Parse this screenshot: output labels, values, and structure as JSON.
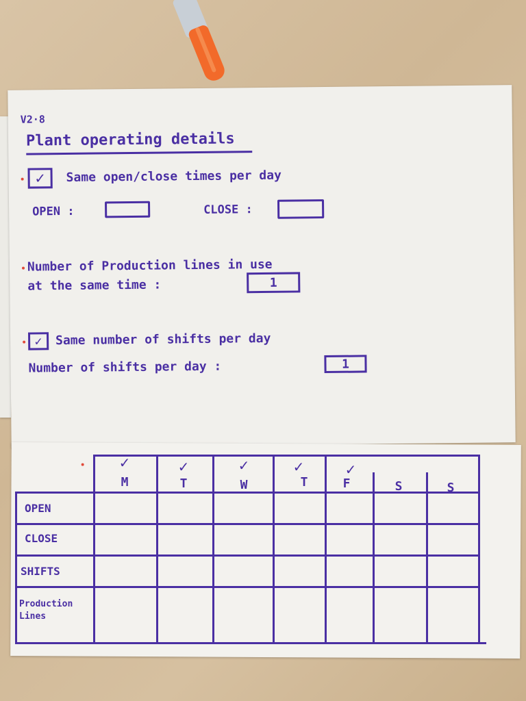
{
  "header": {
    "version": "V2·8",
    "title": "Plant operating details"
  },
  "section_open_close": {
    "checkbox_label": "Same open/close times per day",
    "checkbox_checked": "✓",
    "open_label": "OPEN :",
    "close_label": "CLOSE :",
    "open_value": "",
    "close_value": ""
  },
  "section_lines": {
    "label_line1": "Number of Production lines in use",
    "label_line2": "at the same time :",
    "value": "1"
  },
  "section_shifts": {
    "checkbox_label": "Same number of shifts per day",
    "checkbox_checked": "✓",
    "label": "Number of shifts per day :",
    "value": "1"
  },
  "schedule_table": {
    "days": [
      {
        "label": "M",
        "checked": "✓"
      },
      {
        "label": "T",
        "checked": "✓"
      },
      {
        "label": "W",
        "checked": "✓"
      },
      {
        "label": "T",
        "checked": "✓"
      },
      {
        "label": "F",
        "checked": "✓"
      },
      {
        "label": "S",
        "checked": ""
      },
      {
        "label": "S",
        "checked": ""
      }
    ],
    "rows": [
      "OPEN",
      "CLOSE",
      "SHIFTS",
      "Production Lines"
    ]
  },
  "colors": {
    "ink": "#4a2fa3",
    "paper": "#f1f0ec",
    "marker_cap": "#f26a2a",
    "bullet": "#e04a3a"
  }
}
